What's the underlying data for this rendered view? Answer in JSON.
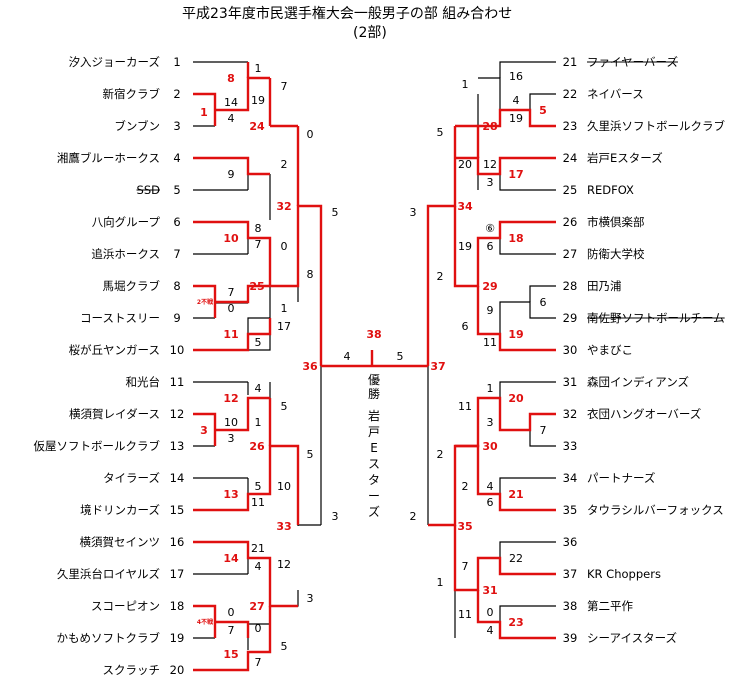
{
  "title": "平成23年度市民選手権大会一般男子の部 組み合わせ",
  "subtitle": "(2部)",
  "colors": {
    "win": "#e01010",
    "line": "#000000"
  },
  "champion": {
    "label_top": "優勝",
    "name": "岩戸Eスターズ",
    "final_left": "4",
    "final_right": "5",
    "game_no": "38",
    "left_semi_no": "36",
    "right_semi_no": "37"
  },
  "left_teams": [
    {
      "seed": "1",
      "name": "汐入ジョーカーズ",
      "strike": false
    },
    {
      "seed": "2",
      "name": "新宿クラブ",
      "strike": false
    },
    {
      "seed": "3",
      "name": "ブンブン",
      "strike": false
    },
    {
      "seed": "4",
      "name": "湘鷹ブルーホークス",
      "strike": false
    },
    {
      "seed": "5",
      "name": "SSD",
      "strike": true
    },
    {
      "seed": "6",
      "name": "八向グループ",
      "strike": false
    },
    {
      "seed": "7",
      "name": "追浜ホークス",
      "strike": false
    },
    {
      "seed": "8",
      "name": "馬堀クラブ",
      "strike": false
    },
    {
      "seed": "9",
      "name": "コーストスリー",
      "strike": false
    },
    {
      "seed": "10",
      "name": "桜が丘ヤンガース",
      "strike": false
    },
    {
      "seed": "11",
      "name": "和光台",
      "strike": false
    },
    {
      "seed": "12",
      "name": "横須賀レイダース",
      "strike": false
    },
    {
      "seed": "13",
      "name": "仮屋ソフトボールクラブ",
      "strike": false
    },
    {
      "seed": "14",
      "name": "タイラーズ",
      "strike": false
    },
    {
      "seed": "15",
      "name": "境ドリンカーズ",
      "strike": false
    },
    {
      "seed": "16",
      "name": "横須賀セインツ",
      "strike": false
    },
    {
      "seed": "17",
      "name": "久里浜台ロイヤルズ",
      "strike": false
    },
    {
      "seed": "18",
      "name": "スコーピオン",
      "strike": false
    },
    {
      "seed": "19",
      "name": "かもめソフトクラブ",
      "strike": false
    },
    {
      "seed": "20",
      "name": "スクラッチ",
      "strike": false
    }
  ],
  "right_teams": [
    {
      "seed": "21",
      "name": "ファイヤーバーズ",
      "strike": true
    },
    {
      "seed": "22",
      "name": "ネイバース",
      "strike": false
    },
    {
      "seed": "23",
      "name": "久里浜ソフトボールクラブ",
      "strike": false
    },
    {
      "seed": "24",
      "name": "岩戸Eスターズ",
      "strike": false
    },
    {
      "seed": "25",
      "name": "REDFOX",
      "strike": false
    },
    {
      "seed": "26",
      "name": "市横倶楽部",
      "strike": false
    },
    {
      "seed": "27",
      "name": "防衛大学校",
      "strike": false
    },
    {
      "seed": "28",
      "name": "田乃浦",
      "strike": false
    },
    {
      "seed": "29",
      "name": "南佐野ソフトボールチーム",
      "strike": true
    },
    {
      "seed": "30",
      "name": "やまびこ",
      "strike": false
    },
    {
      "seed": "31",
      "name": "森団インディアンズ",
      "strike": false
    },
    {
      "seed": "32",
      "name": "衣団ハングオーバーズ",
      "strike": false
    },
    {
      "seed": "33",
      "name": "",
      "strike": false
    },
    {
      "seed": "34",
      "name": "パートナーズ",
      "strike": false
    },
    {
      "seed": "35",
      "name": "タウラシルバーフォックス",
      "strike": false
    },
    {
      "seed": "36",
      "name": "",
      "strike": false
    },
    {
      "seed": "37",
      "name": "KR Choppers",
      "strike": false
    },
    {
      "seed": "38",
      "name": "第二平作",
      "strike": false
    },
    {
      "seed": "39",
      "name": "シーアイスターズ",
      "strike": false
    }
  ],
  "scores": [
    {
      "id": "g1-t1",
      "text": "1",
      "red": false
    },
    {
      "id": "g1-t23",
      "text": "19",
      "red": false
    },
    {
      "id": "g1-no",
      "text": "8",
      "red": true
    },
    {
      "id": "g2-t2",
      "text": "14",
      "red": false
    },
    {
      "id": "g2-t3",
      "text": "4",
      "red": false
    },
    {
      "id": "g2-no",
      "text": "1",
      "red": true
    },
    {
      "id": "g3-top",
      "text": "7",
      "red": false
    },
    {
      "id": "g3-bot",
      "text": "2",
      "red": false
    },
    {
      "id": "g3-no",
      "text": "24",
      "red": true
    },
    {
      "id": "g4-no",
      "text": "9",
      "red": false
    },
    {
      "id": "g5-t6",
      "text": "8",
      "red": false
    },
    {
      "id": "g5-t7",
      "text": "7",
      "red": false
    },
    {
      "id": "g5-no",
      "text": "10",
      "red": true
    },
    {
      "id": "g6-t8",
      "text": "7",
      "red": false
    },
    {
      "id": "g6-t9",
      "text": "0",
      "red": false
    },
    {
      "id": "g6-note",
      "text": "2不戦",
      "red": true
    },
    {
      "id": "g7-top",
      "text": "0",
      "red": false
    },
    {
      "id": "g7-bot",
      "text": "1",
      "red": false
    },
    {
      "id": "g7-no",
      "text": "25",
      "red": true
    },
    {
      "id": "g8-t10",
      "text": "5",
      "red": false
    },
    {
      "id": "g8-no",
      "text": "11",
      "red": true
    },
    {
      "id": "g9-top",
      "text": "8",
      "red": false
    },
    {
      "id": "g9-bot",
      "text": "17",
      "red": false
    },
    {
      "id": "g10-top",
      "text": "0",
      "red": false
    },
    {
      "id": "g10-no",
      "text": "32",
      "red": true
    },
    {
      "id": "g11-top",
      "text": "5",
      "red": false
    },
    {
      "id": "g12-t11",
      "text": "4",
      "red": false
    },
    {
      "id": "g12-no",
      "text": "12",
      "red": true
    },
    {
      "id": "g13-t12",
      "text": "10",
      "red": false
    },
    {
      "id": "g13-t13",
      "text": "3",
      "red": false
    },
    {
      "id": "g13-no",
      "text": "3",
      "red": true
    },
    {
      "id": "g14-top",
      "text": "5",
      "red": false
    },
    {
      "id": "g14-bot",
      "text": "1",
      "red": false
    },
    {
      "id": "g14-no",
      "text": "26",
      "red": true
    },
    {
      "id": "g15-t14",
      "text": "5",
      "red": false
    },
    {
      "id": "g15-t15",
      "text": "11",
      "red": false
    },
    {
      "id": "g15-no",
      "text": "13",
      "red": true
    },
    {
      "id": "g16-bot",
      "text": "10",
      "red": false
    },
    {
      "id": "g16-no",
      "text": "33",
      "red": true
    },
    {
      "id": "g17-t16",
      "text": "21",
      "red": false
    },
    {
      "id": "g17-t17",
      "text": "4",
      "red": false
    },
    {
      "id": "g17-no",
      "text": "14",
      "red": true
    },
    {
      "id": "g18-t18",
      "text": "0",
      "red": false
    },
    {
      "id": "g18-t19",
      "text": "7",
      "red": false
    },
    {
      "id": "g18-note",
      "text": "4不戦",
      "red": true
    },
    {
      "id": "g19-top",
      "text": "0",
      "red": false
    },
    {
      "id": "g19-bot",
      "text": "7",
      "red": false
    },
    {
      "id": "g19-no",
      "text": "27",
      "red": true
    },
    {
      "id": "g20-no",
      "text": "15",
      "red": true
    },
    {
      "id": "g21-top",
      "text": "12",
      "red": false
    },
    {
      "id": "g21-bot",
      "text": "5",
      "red": false
    },
    {
      "id": "g22-top",
      "text": "5",
      "red": false
    },
    {
      "id": "g22-bot",
      "text": "3",
      "red": false
    },
    {
      "id": "g23-bot",
      "text": "3",
      "red": false
    },
    {
      "id": "g24-final",
      "text": "36",
      "red": true
    },
    {
      "id": "r1-no",
      "text": "16",
      "red": false
    },
    {
      "id": "r2-t22",
      "text": "4",
      "red": false
    },
    {
      "id": "r2-t23",
      "text": "19",
      "red": false
    },
    {
      "id": "r2-no",
      "text": "5",
      "red": true
    },
    {
      "id": "r3-top",
      "text": "1",
      "red": false
    },
    {
      "id": "r3-no",
      "text": "28",
      "red": true
    },
    {
      "id": "r4-t24",
      "text": "12",
      "red": false
    },
    {
      "id": "r4-t25",
      "text": "3",
      "red": false
    },
    {
      "id": "r4-no",
      "text": "17",
      "red": true
    },
    {
      "id": "r5-top",
      "text": "20",
      "red": false
    },
    {
      "id": "r5-tops",
      "text": "5",
      "red": false
    },
    {
      "id": "r5-no",
      "text": "34",
      "red": true
    },
    {
      "id": "r6-mark",
      "text": "⑥",
      "red": false
    },
    {
      "id": "r6-t27",
      "text": "6",
      "red": false
    },
    {
      "id": "r6-no",
      "text": "18",
      "red": true
    },
    {
      "id": "r7-top",
      "text": "19",
      "red": false
    },
    {
      "id": "r7-bot",
      "text": "2",
      "red": false
    },
    {
      "id": "r7-no",
      "text": "29",
      "red": true
    },
    {
      "id": "r8-no",
      "text": "6",
      "red": false
    },
    {
      "id": "r9-top",
      "text": "9",
      "red": false
    },
    {
      "id": "r9-bot",
      "text": "11",
      "red": false
    },
    {
      "id": "r9-no",
      "text": "19",
      "red": true
    },
    {
      "id": "r10-left",
      "text": "6",
      "red": false
    },
    {
      "id": "r10-top",
      "text": "3",
      "red": false
    },
    {
      "id": "r11-t31",
      "text": "1",
      "red": false
    },
    {
      "id": "r11-no",
      "text": "20",
      "red": true
    },
    {
      "id": "r12-no",
      "text": "7",
      "red": false
    },
    {
      "id": "r13-top",
      "text": "11",
      "red": false
    },
    {
      "id": "r13-mid",
      "text": "3",
      "red": false
    },
    {
      "id": "r13-no",
      "text": "30",
      "red": true
    },
    {
      "id": "r14-t34",
      "text": "4",
      "red": false
    },
    {
      "id": "r14-t35",
      "text": "6",
      "red": false
    },
    {
      "id": "r14-no",
      "text": "21",
      "red": true
    },
    {
      "id": "r15-left",
      "text": "2",
      "red": false
    },
    {
      "id": "r15-top",
      "text": "2",
      "red": false
    },
    {
      "id": "r15-no",
      "text": "35",
      "red": true
    },
    {
      "id": "r16-no",
      "text": "22",
      "red": false
    },
    {
      "id": "r17-top",
      "text": "7",
      "red": false
    },
    {
      "id": "r17-no",
      "text": "31",
      "red": true
    },
    {
      "id": "r18-t38",
      "text": "0",
      "red": false
    },
    {
      "id": "r18-t39",
      "text": "4",
      "red": false
    },
    {
      "id": "r18-no",
      "text": "23",
      "red": true
    },
    {
      "id": "r19-bot",
      "text": "11",
      "red": false
    },
    {
      "id": "r20-left",
      "text": "1",
      "red": false
    },
    {
      "id": "r20-bot",
      "text": "2",
      "red": false
    },
    {
      "id": "r-final",
      "text": "37",
      "red": true
    }
  ]
}
